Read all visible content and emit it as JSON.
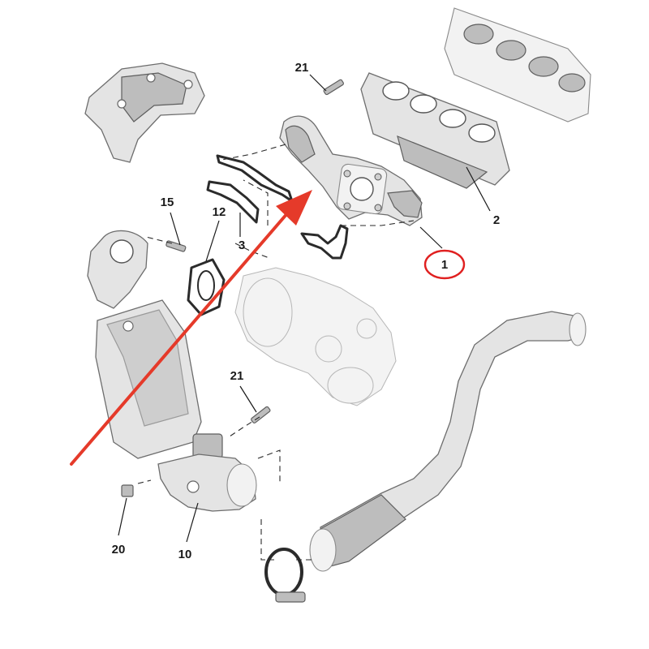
{
  "callouts": [
    {
      "id": "c1",
      "label": "1",
      "highlighted": true
    },
    {
      "id": "c2",
      "label": "2",
      "highlighted": false
    },
    {
      "id": "c3",
      "label": "3",
      "highlighted": false
    },
    {
      "id": "c10",
      "label": "10",
      "highlighted": false
    },
    {
      "id": "c12",
      "label": "12",
      "highlighted": false
    },
    {
      "id": "c15",
      "label": "15",
      "highlighted": false
    },
    {
      "id": "c20",
      "label": "20",
      "highlighted": false
    },
    {
      "id": "c21a",
      "label": "21",
      "highlighted": false
    },
    {
      "id": "c21b",
      "label": "21",
      "highlighted": false
    }
  ],
  "colors": {
    "highlight": "#e02020",
    "arrow": "#e53a2a",
    "line": "#1a1a1a",
    "part": "#e4e4e4"
  },
  "icons": {
    "pointer": "red-arrow-icon",
    "marker": "red-circle-icon"
  }
}
